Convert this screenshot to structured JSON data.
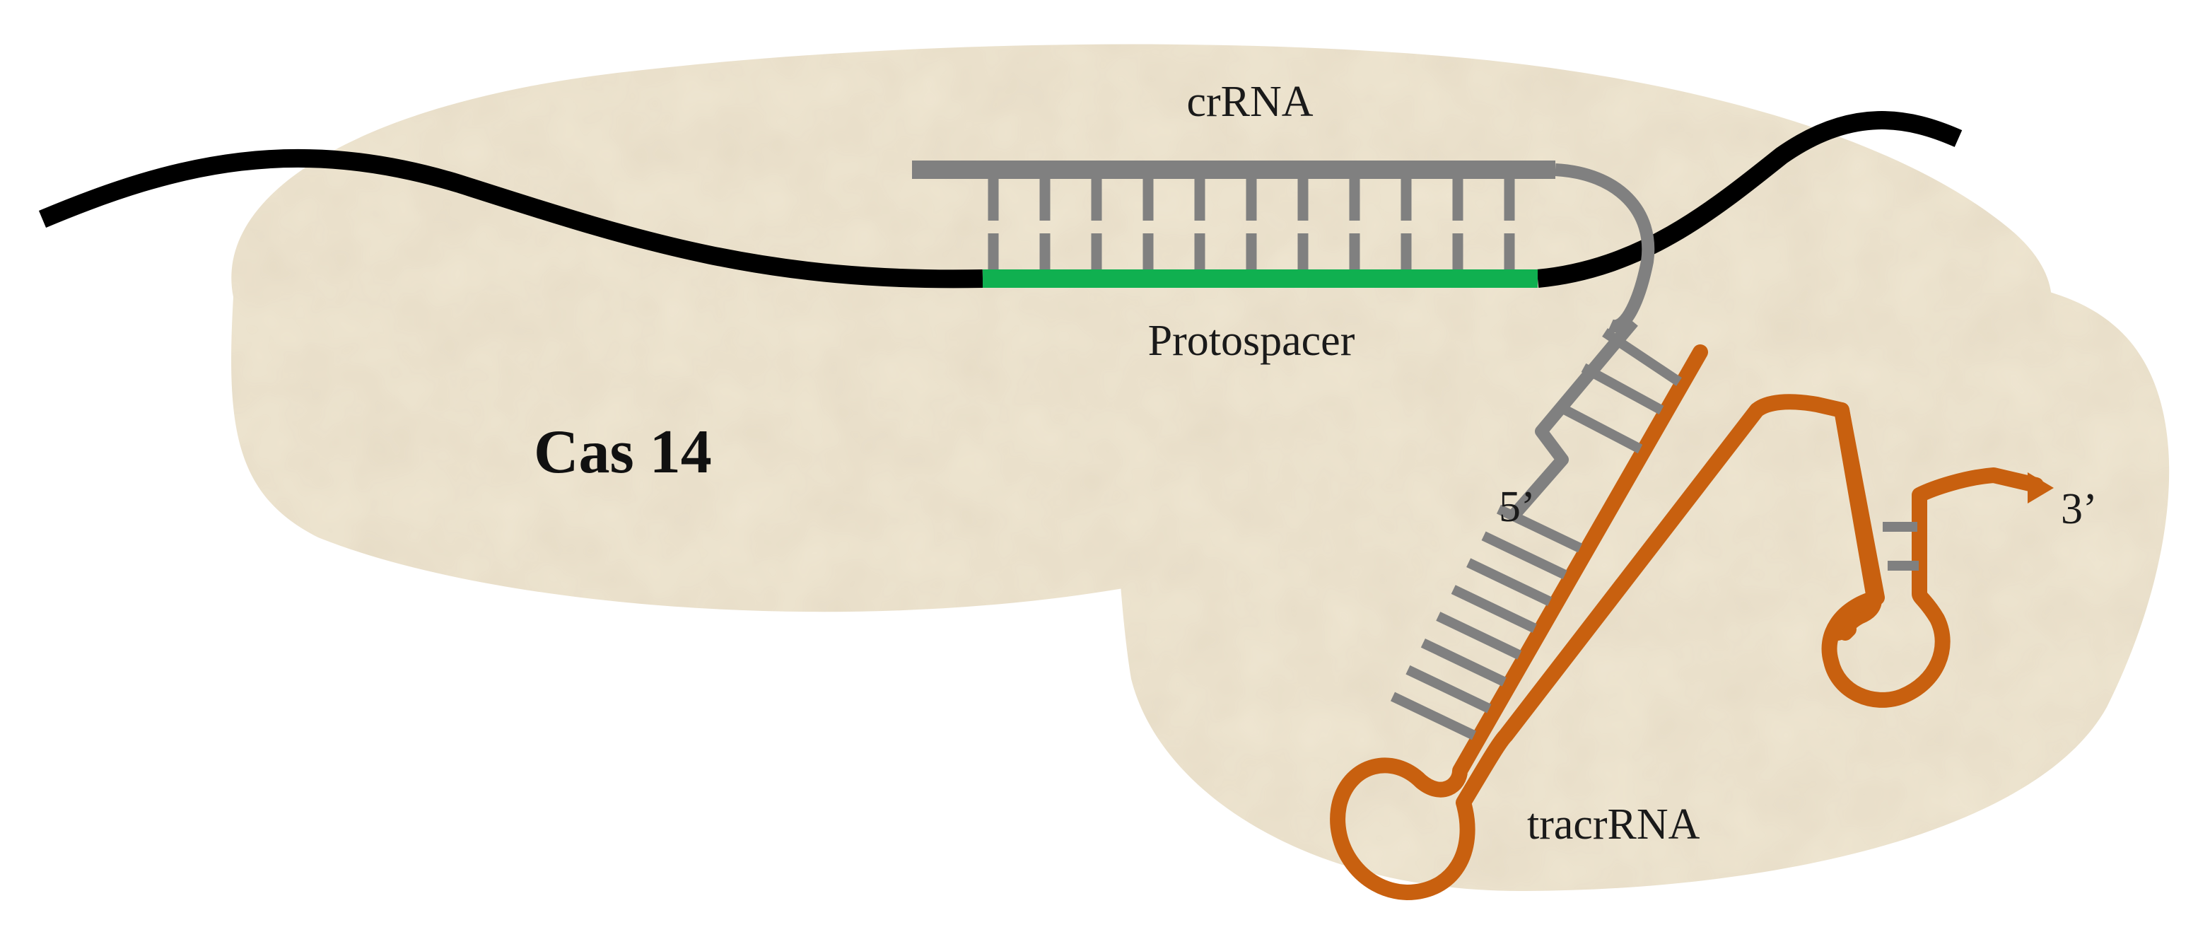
{
  "labels": {
    "protein": "Cas 14",
    "crrna": "crRNA",
    "protospacer": "Protospacer",
    "tracrrna": "tracrRNA",
    "five_prime": "5’",
    "three_prime": "3’"
  },
  "colors": {
    "protein_fill": "#efe6d2",
    "dna_strand": "#000000",
    "crrna_strand": "#808080",
    "protospacer": "#10b050",
    "tracrrna_strand": "#c8600f",
    "base_pair": "#808080"
  }
}
